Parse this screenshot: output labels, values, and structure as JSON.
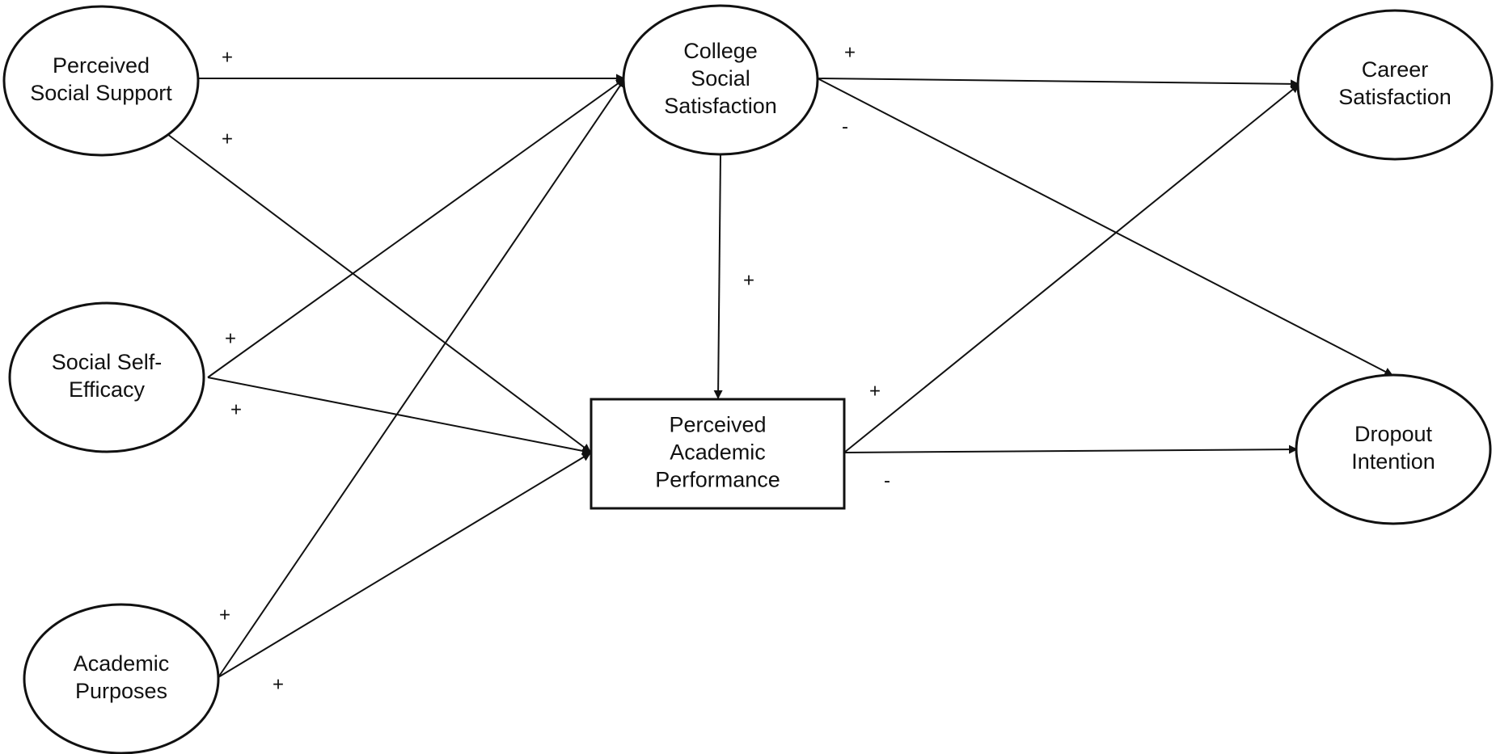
{
  "nodes": [
    {
      "id": "perceived-social-support",
      "lines": [
        "Perceived",
        "Social Support"
      ],
      "shape": "ellipse"
    },
    {
      "id": "social-self-efficacy",
      "lines": [
        "Social Self-",
        "Efficacy"
      ],
      "shape": "ellipse"
    },
    {
      "id": "academic-purposes",
      "lines": [
        "Academic",
        "Purposes"
      ],
      "shape": "ellipse"
    },
    {
      "id": "college-social-satisfaction",
      "lines": [
        "College",
        "Social",
        "Satisfaction"
      ],
      "shape": "ellipse"
    },
    {
      "id": "perceived-academic-performance",
      "lines": [
        "Perceived",
        "Academic",
        "Performance"
      ],
      "shape": "rect"
    },
    {
      "id": "career-satisfaction",
      "lines": [
        "Career",
        "Satisfaction"
      ],
      "shape": "ellipse"
    },
    {
      "id": "dropout-intention",
      "lines": [
        "Dropout",
        "Intention"
      ],
      "shape": "ellipse"
    }
  ],
  "edges": [
    {
      "from": "perceived-social-support",
      "to": "college-social-satisfaction",
      "sign": "+"
    },
    {
      "from": "perceived-social-support",
      "to": "perceived-academic-performance",
      "sign": "+"
    },
    {
      "from": "social-self-efficacy",
      "to": "college-social-satisfaction",
      "sign": "+"
    },
    {
      "from": "social-self-efficacy",
      "to": "perceived-academic-performance",
      "sign": "+"
    },
    {
      "from": "academic-purposes",
      "to": "college-social-satisfaction",
      "sign": "+"
    },
    {
      "from": "academic-purposes",
      "to": "perceived-academic-performance",
      "sign": "+"
    },
    {
      "from": "college-social-satisfaction",
      "to": "career-satisfaction",
      "sign": "+"
    },
    {
      "from": "college-social-satisfaction",
      "to": "dropout-intention",
      "sign": "-"
    },
    {
      "from": "college-social-satisfaction",
      "to": "perceived-academic-performance",
      "sign": "+"
    },
    {
      "from": "perceived-academic-performance",
      "to": "career-satisfaction",
      "sign": "+"
    },
    {
      "from": "perceived-academic-performance",
      "to": "dropout-intention",
      "sign": "-"
    }
  ]
}
